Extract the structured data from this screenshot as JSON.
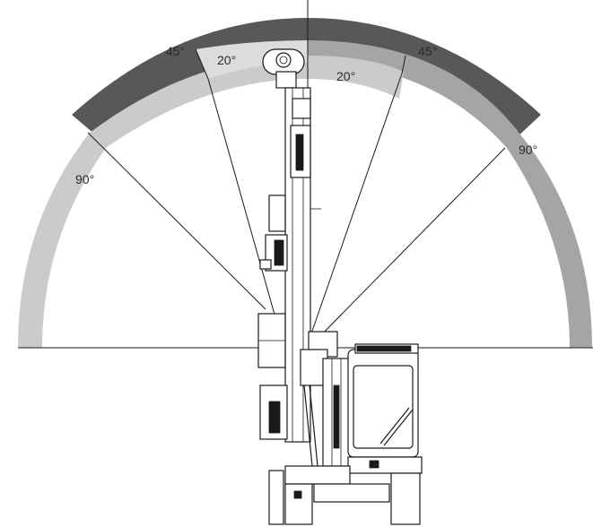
{
  "colors": {
    "dark_band": "#585858",
    "mid_band": "#a5a5a5",
    "light_band": "#cbcbcb",
    "line": "#1a1a1a"
  },
  "labels": {
    "left_outer_45": "45°",
    "left_inner_20": "20°",
    "right_inner_20": "20°",
    "right_outer_45": "45°",
    "right_90": "90°",
    "left_90": "90°"
  }
}
